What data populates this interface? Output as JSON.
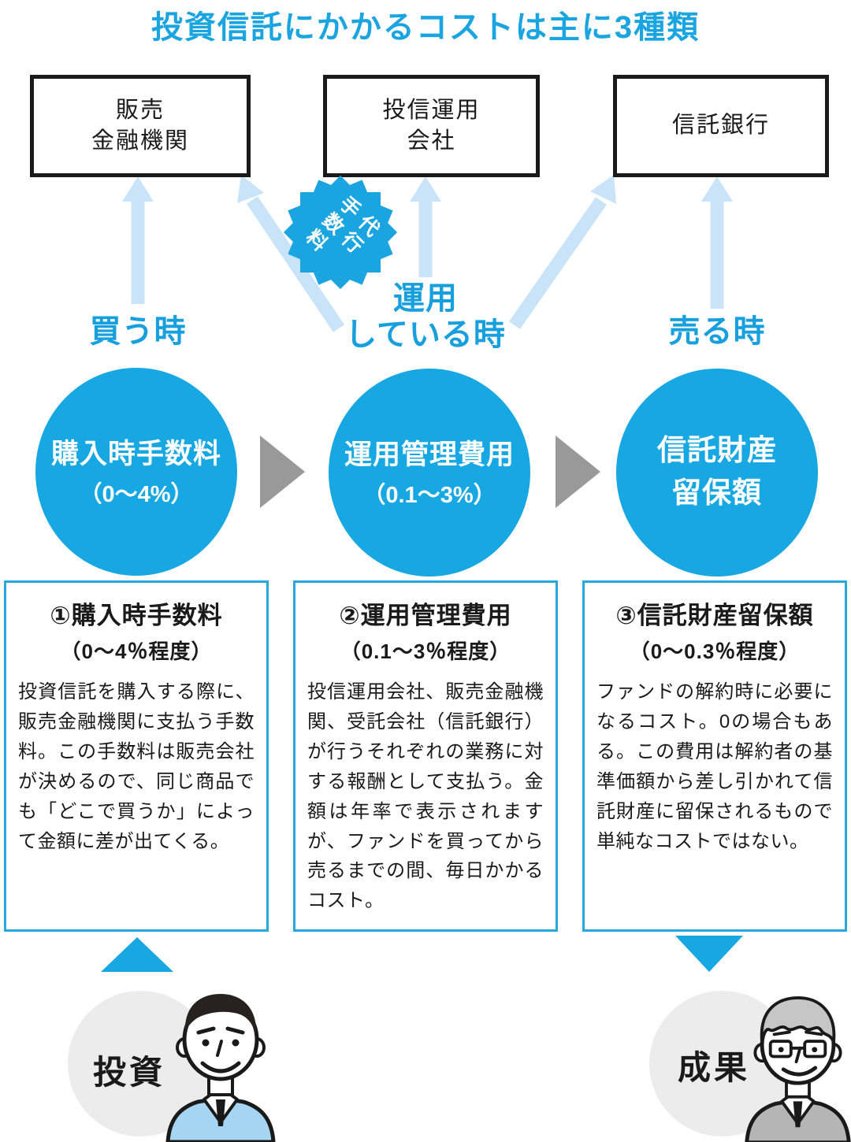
{
  "title": "投資信託にかかるコストは主に3種類",
  "colors": {
    "primary_blue": "#17A7E2",
    "label_blue": "#189FDD",
    "arrow_light_blue": "#C9E4F8",
    "arrow_gray": "#999999",
    "circle_gray": "#ECECEC",
    "card_border_blue": "#2AA7DF",
    "ink": "#1A1A1A"
  },
  "institutions": [
    {
      "label": "販売\n金融機関"
    },
    {
      "label": "投信運用\n会社"
    },
    {
      "label": "信託銀行"
    }
  ],
  "agency_fee_badge": "代行\n手数料",
  "timing_labels": [
    "買う時",
    "運用\nしている時",
    "売る時"
  ],
  "cost_circles": [
    {
      "name": "購入時手数料",
      "range": "（0～4%）"
    },
    {
      "name": "運用管理費用",
      "range": "（0.1～3%）"
    },
    {
      "name": "信託財産\n留保額",
      "range": ""
    }
  ],
  "detail_cards": [
    {
      "heading": "①購入時手数料",
      "range": "（0～4％程度）",
      "body": "投資信託を購入する際に、販売金融機関に支払う手数料。この手数料は販売会社が決めるので、同じ商品でも「どこで買うか」によって金額に差が出てくる。"
    },
    {
      "heading": "②運用管理費用",
      "range": "（0.1～3％程度）",
      "body": "投信運用会社、販売金融機関、受託会社（信託銀行）が行うそれぞれの業務に対する報酬として支払う。金額は年率で表示されますが、ファンドを買ってから売るまでの間、毎日かかるコスト。"
    },
    {
      "heading": "③信託財産留保額",
      "range": "（0～0.3％程度）",
      "body": "ファンドの解約時に必要になるコスト。0の場合もある。この費用は解約者の基準価額から差し引かれて信託財産に留保されるもので単純なコストではない。"
    }
  ],
  "outcome_labels": {
    "investment": "投資",
    "result": "成果"
  }
}
